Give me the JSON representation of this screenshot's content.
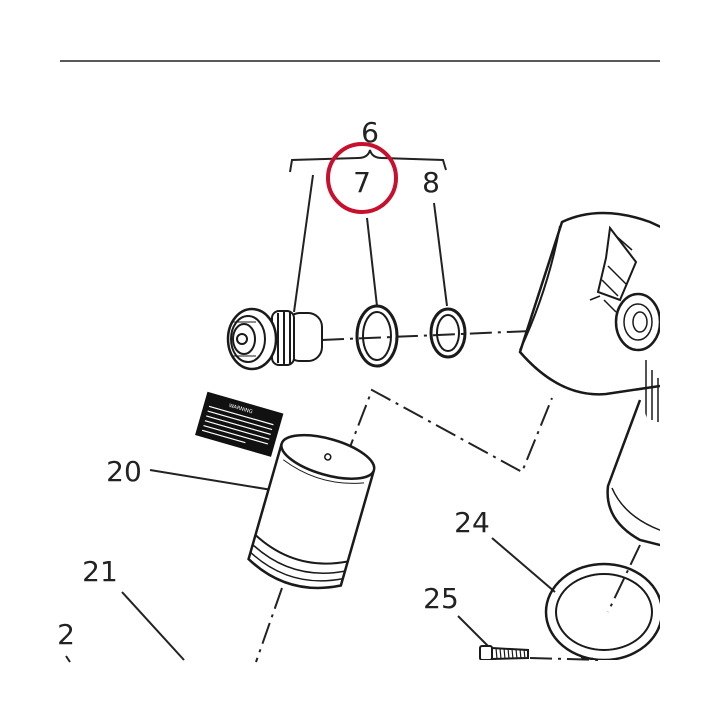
{
  "callouts": {
    "group": "6",
    "item_7": "7",
    "item_8": "8",
    "item_20": "20",
    "item_21": "21",
    "item_24": "24",
    "item_25": "25",
    "item_partial": "2"
  },
  "warning_label": {
    "heading": "WARNING"
  },
  "colors": {
    "highlight": "#c8102e",
    "ink": "#1a1a1a",
    "background": "#ffffff"
  }
}
